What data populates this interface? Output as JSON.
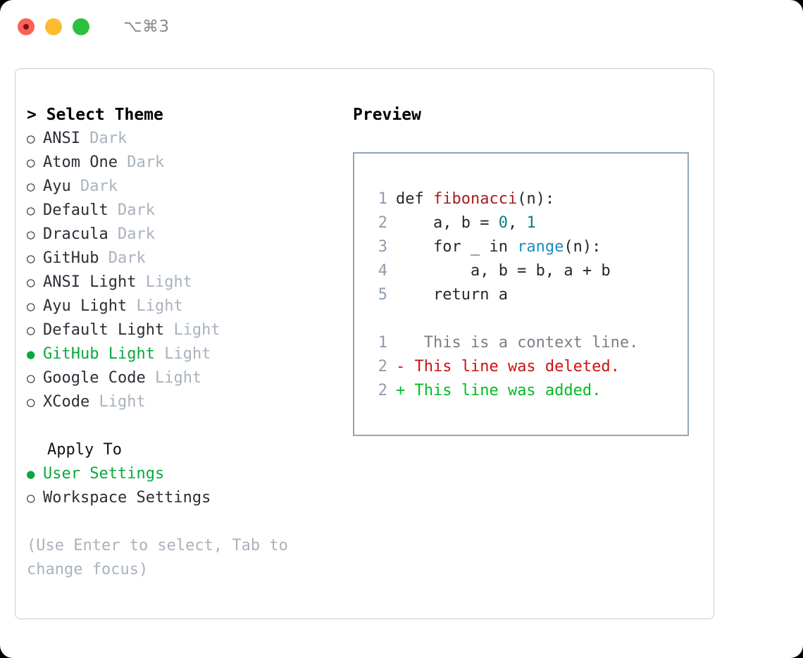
{
  "titlebar": {
    "shortcut": "⌥⌘3",
    "buttons": [
      {
        "name": "close",
        "color": "#fc6058"
      },
      {
        "name": "minimize",
        "color": "#fdbc2f"
      },
      {
        "name": "maximize",
        "color": "#2ac13e"
      }
    ]
  },
  "theme_picker": {
    "header": "> Select Theme",
    "items": [
      {
        "bullet": "○",
        "label": "ANSI",
        "badge": "Dark",
        "selected": false
      },
      {
        "bullet": "○",
        "label": "Atom One",
        "badge": "Dark",
        "selected": false
      },
      {
        "bullet": "○",
        "label": "Ayu",
        "badge": "Dark",
        "selected": false
      },
      {
        "bullet": "○",
        "label": "Default",
        "badge": "Dark",
        "selected": false
      },
      {
        "bullet": "○",
        "label": "Dracula",
        "badge": "Dark",
        "selected": false
      },
      {
        "bullet": "○",
        "label": "GitHub",
        "badge": "Dark",
        "selected": false
      },
      {
        "bullet": "○",
        "label": "ANSI Light",
        "badge": "Light",
        "selected": false
      },
      {
        "bullet": "○",
        "label": "Ayu Light",
        "badge": "Light",
        "selected": false
      },
      {
        "bullet": "○",
        "label": "Default Light",
        "badge": "Light",
        "selected": false
      },
      {
        "bullet": "●",
        "label": "GitHub Light",
        "badge": "Light",
        "selected": true
      },
      {
        "bullet": "○",
        "label": "Google Code",
        "badge": "Light",
        "selected": false
      },
      {
        "bullet": "○",
        "label": "XCode",
        "badge": "Light",
        "selected": false
      }
    ]
  },
  "apply_to": {
    "header": "Apply To",
    "items": [
      {
        "bullet": "●",
        "label": "User Settings",
        "selected": true
      },
      {
        "bullet": "○",
        "label": "Workspace Settings",
        "selected": false
      }
    ]
  },
  "hint": "(Use Enter to select, Tab to change focus)",
  "preview": {
    "header": "Preview",
    "code_lines": [
      {
        "n": "1",
        "parts": [
          {
            "t": "def ",
            "c": "src"
          },
          {
            "t": "fibonacci",
            "c": "tok-fn"
          },
          {
            "t": "(n):",
            "c": "src"
          }
        ]
      },
      {
        "n": "2",
        "parts": [
          {
            "t": "    a, b = ",
            "c": "src"
          },
          {
            "t": "0",
            "c": "tok-num"
          },
          {
            "t": ", ",
            "c": "src"
          },
          {
            "t": "1",
            "c": "tok-num"
          }
        ]
      },
      {
        "n": "3",
        "parts": [
          {
            "t": "    for _ in ",
            "c": "src"
          },
          {
            "t": "range",
            "c": "tok-call"
          },
          {
            "t": "(n):",
            "c": "src"
          }
        ]
      },
      {
        "n": "4",
        "parts": [
          {
            "t": "        a, b = b, a + b",
            "c": "src"
          }
        ]
      },
      {
        "n": "5",
        "parts": [
          {
            "t": "    return a",
            "c": "src"
          }
        ]
      }
    ],
    "diff_lines": [
      {
        "n": "1",
        "marker": " ",
        "text": "  This is a context line.",
        "kind": "diff-ctx"
      },
      {
        "n": "2",
        "marker": "-",
        "text": " This line was deleted.",
        "kind": "diff-del"
      },
      {
        "n": "2",
        "marker": "+",
        "text": " This line was added.",
        "kind": "diff-add"
      }
    ]
  },
  "colors": {
    "selected_green": "#0aa83f",
    "badge_gray": "#a9b2bd",
    "line_number": "#8e9cb0",
    "panel_border": "#c6cbd4",
    "preview_border": "#94a3b5",
    "diff_add": "#00bb22",
    "diff_del": "#cc1111",
    "token_function": "#a81d1d",
    "token_number": "#0a7d7d",
    "token_call": "#1a8fc4"
  }
}
